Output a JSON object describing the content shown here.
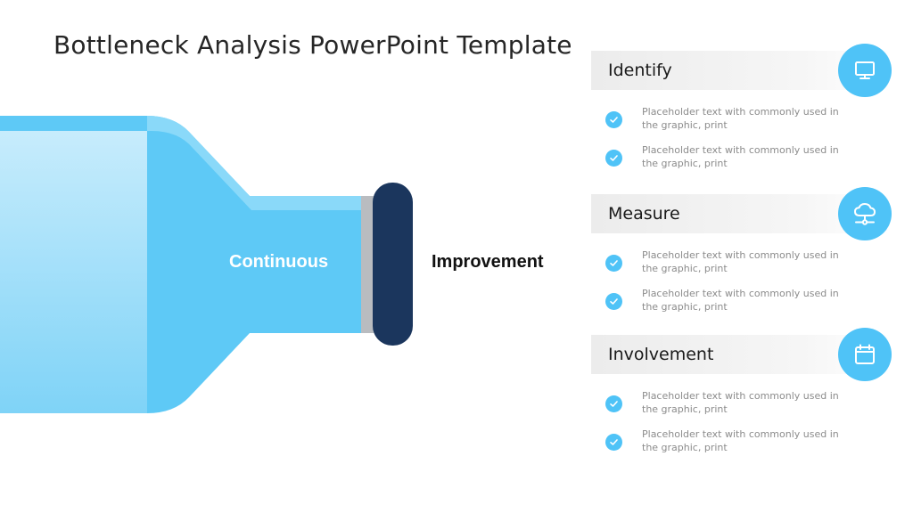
{
  "slide": {
    "title": "Bottleneck Analysis PowerPoint Template",
    "bottle_label": "Continuous",
    "side_label": "Improvement"
  },
  "colors": {
    "accent": "#4fc3f7",
    "bottle_light": "#b3e5fc",
    "bottle_body": "#5bc8f5",
    "cap": "#1b365d"
  },
  "sections": [
    {
      "title": "Identify",
      "icon": "monitor-icon",
      "bullets": [
        "Placeholder text with commonly used in the graphic, print",
        "Placeholder text with commonly used in the graphic, print"
      ]
    },
    {
      "title": "Measure",
      "icon": "cloud-network-icon",
      "bullets": [
        "Placeholder text with commonly used in the graphic, print",
        "Placeholder text with commonly used in the graphic, print"
      ]
    },
    {
      "title": "Involvement",
      "icon": "calendar-icon",
      "bullets": [
        "Placeholder text with commonly used in the graphic, print",
        "Placeholder text with commonly used in the graphic, print"
      ]
    }
  ]
}
